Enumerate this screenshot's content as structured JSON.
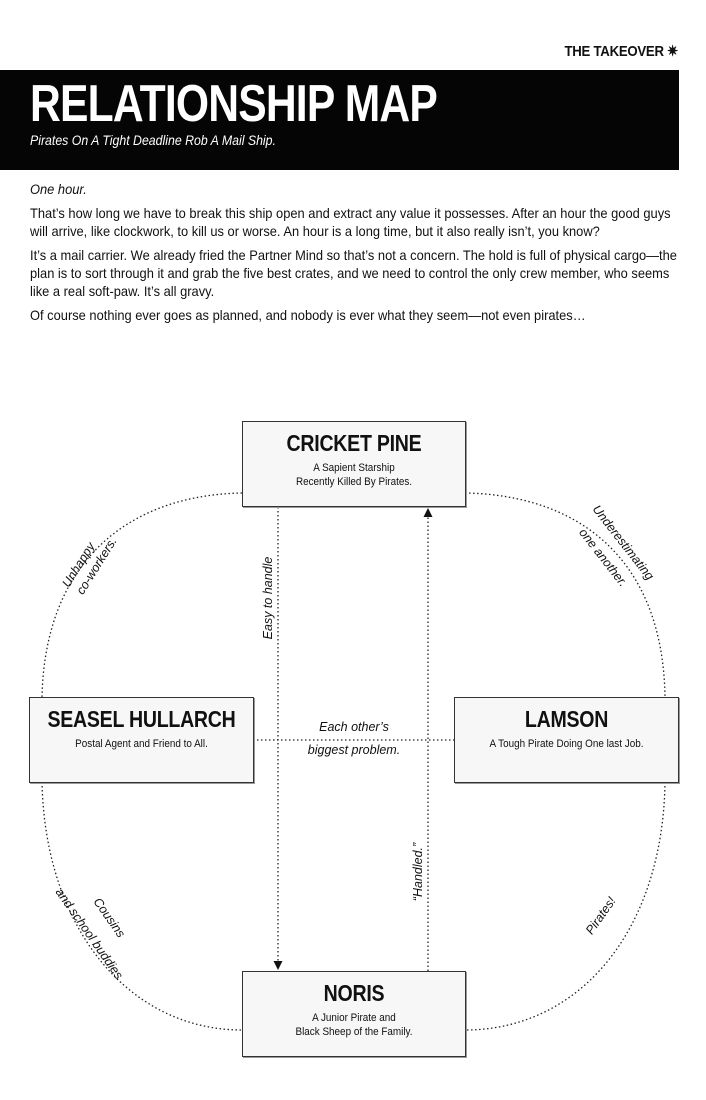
{
  "header": {
    "kicker": "THE TAKEOVER",
    "title": "RELATIONSHIP MAP",
    "subtitle": "Pirates On A Tight Deadline Rob A Mail Ship."
  },
  "intro": [
    "One hour.",
    "That’s how long we have to break this ship open and extract any value it possesses. After an hour the good guys will arrive, like clockwork, to kill us or worse. An hour is a long time, but it also really isn’t, you know?",
    "It’s a mail carrier. We already fried the Partner Mind so that’s not a concern. The hold is full of physical cargo—the plan is to sort through it and grab the five best crates, and we need to control the only crew member, who seems like a real soft-paw. It’s all gravy.",
    "Of course nothing ever goes as planned, and nobody is ever what they seem—not even pirates…"
  ],
  "nodes": {
    "cricket": {
      "name": "CRICKET PINE",
      "desc1": "A Sapient Starship",
      "desc2": "Recently Killed By Pirates."
    },
    "seasel": {
      "name": "SEASEL HULLARCH",
      "desc1": "Postal Agent and Friend to All."
    },
    "lamson": {
      "name": "LAMSON",
      "desc1": "A Tough Pirate Doing One last Job."
    },
    "noris": {
      "name": "NORIS",
      "desc1": "A Junior Pirate and",
      "desc2": "Black Sheep of the Family."
    }
  },
  "edges": {
    "cricket_seasel": [
      "Unhappy",
      "co-workers."
    ],
    "cricket_lamson": [
      "Underestimating",
      "one another."
    ],
    "cricket_noris": "Easy to handle",
    "noris_cricket": "“Handled.”",
    "seasel_lamson": [
      "Each other’s",
      "biggest problem."
    ],
    "seasel_noris": [
      "Cousins",
      "and school buddies"
    ],
    "lamson_noris": "Pirates!"
  }
}
